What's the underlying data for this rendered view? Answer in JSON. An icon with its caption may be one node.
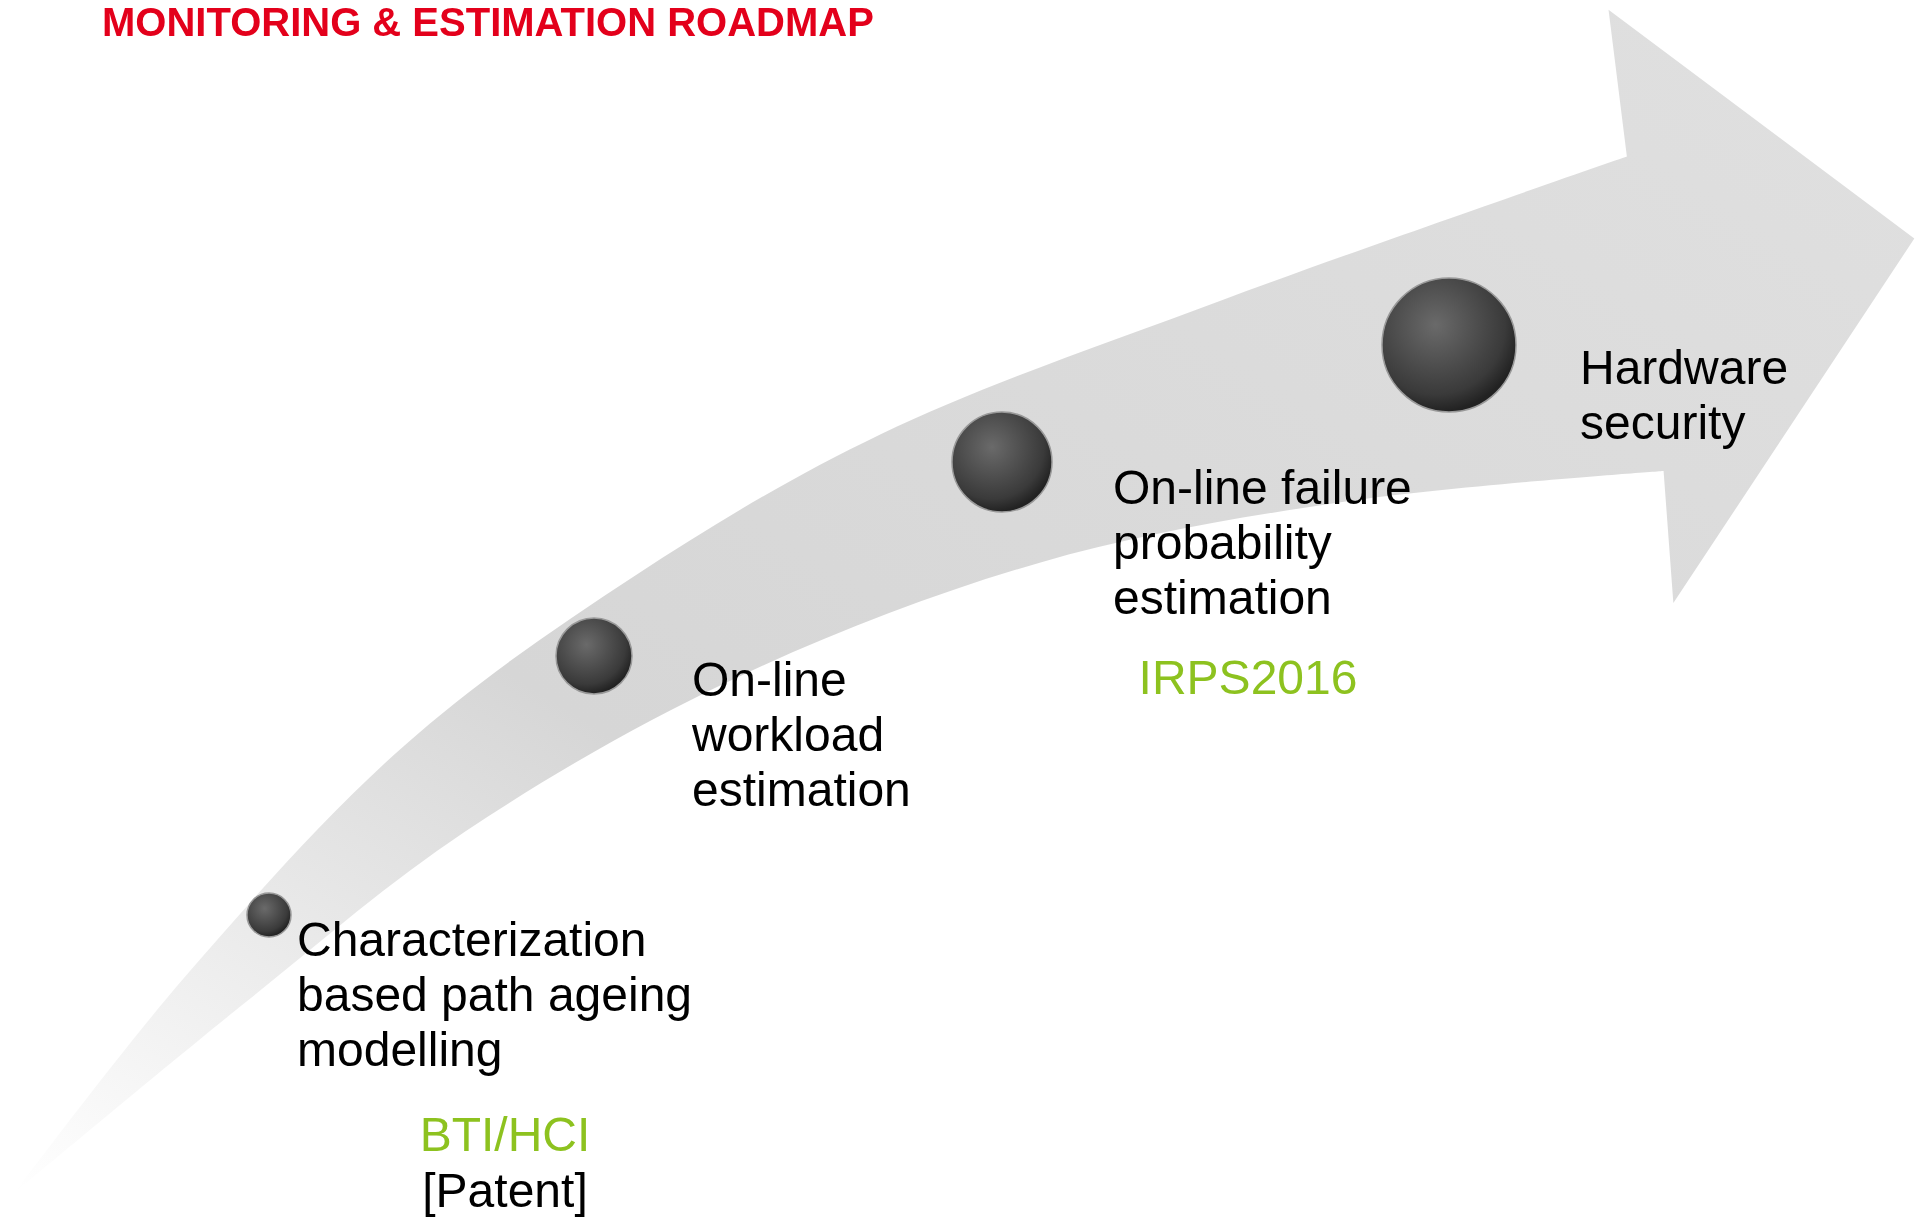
{
  "diagram": {
    "title": "MONITORING & ESTIMATION ROADMAP",
    "nodes": [
      {
        "text": [],
        "shape": "circle",
        "beside": [
          "Characterization based path ageing modelling",
          "BTI/HCI",
          "[Patent]"
        ]
      },
      {
        "text": [],
        "shape": "circle",
        "beside": [
          "On-line workload estimation"
        ]
      },
      {
        "text": [],
        "shape": "circle",
        "beside": [
          "On-line failure probability estimation",
          "IRPS2016"
        ]
      },
      {
        "text": [],
        "shape": "circle",
        "beside": [
          "Hardware security"
        ]
      }
    ],
    "edges": []
  }
}
